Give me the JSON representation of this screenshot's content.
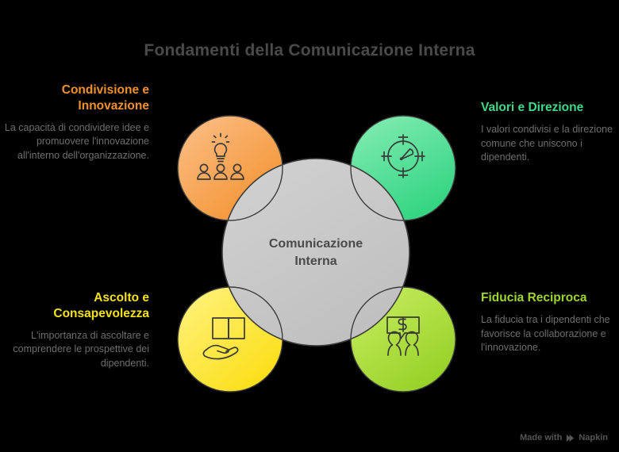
{
  "title": "Fondamenti della Comunicazione Interna",
  "center": {
    "line1": "Comunicazione",
    "line2": "Interna",
    "fill": "#C9C9C9",
    "stroke": "#3d3d3d",
    "text_color": "#4a4a4a"
  },
  "quadrants": [
    {
      "id": "top-left",
      "heading": "Condivisione e Innovazione",
      "body": "La capacità di condividere idee e promuovere l'innovazione all'interno dell'organizzazione.",
      "color": "#F0912E",
      "gradient_from": "#FBC089",
      "gradient_to": "#F3902C",
      "icon": "lightbulb-people-icon"
    },
    {
      "id": "top-right",
      "heading": "Valori e Direzione",
      "body": "I valori condivisi e la direzione comune che uniscono i dipendenti.",
      "color": "#3FD98A",
      "gradient_from": "#86EDB4",
      "gradient_to": "#35D583",
      "icon": "compass-target-icon"
    },
    {
      "id": "bottom-left",
      "heading": "Ascolto e Consapevolezza",
      "body": "L'importanza di ascoltare e comprendere le prospettive dei dipendenti.",
      "color": "#F5E119",
      "gradient_from": "#FFF383",
      "gradient_to": "#FBDD10",
      "icon": "book-hand-icon"
    },
    {
      "id": "bottom-right",
      "heading": "Fiducia Reciproca",
      "body": "La fiducia tra i dipendenti che favorisce la collaborazione e l'innovazione.",
      "color": "#9ED52F",
      "gradient_from": "#CBEE63",
      "gradient_to": "#96D126",
      "icon": "speech-money-people-icon"
    }
  ],
  "watermark": {
    "text": "Made with",
    "brand": "Napkin",
    "logo": "napkin-logo-icon"
  },
  "background": "#000000"
}
